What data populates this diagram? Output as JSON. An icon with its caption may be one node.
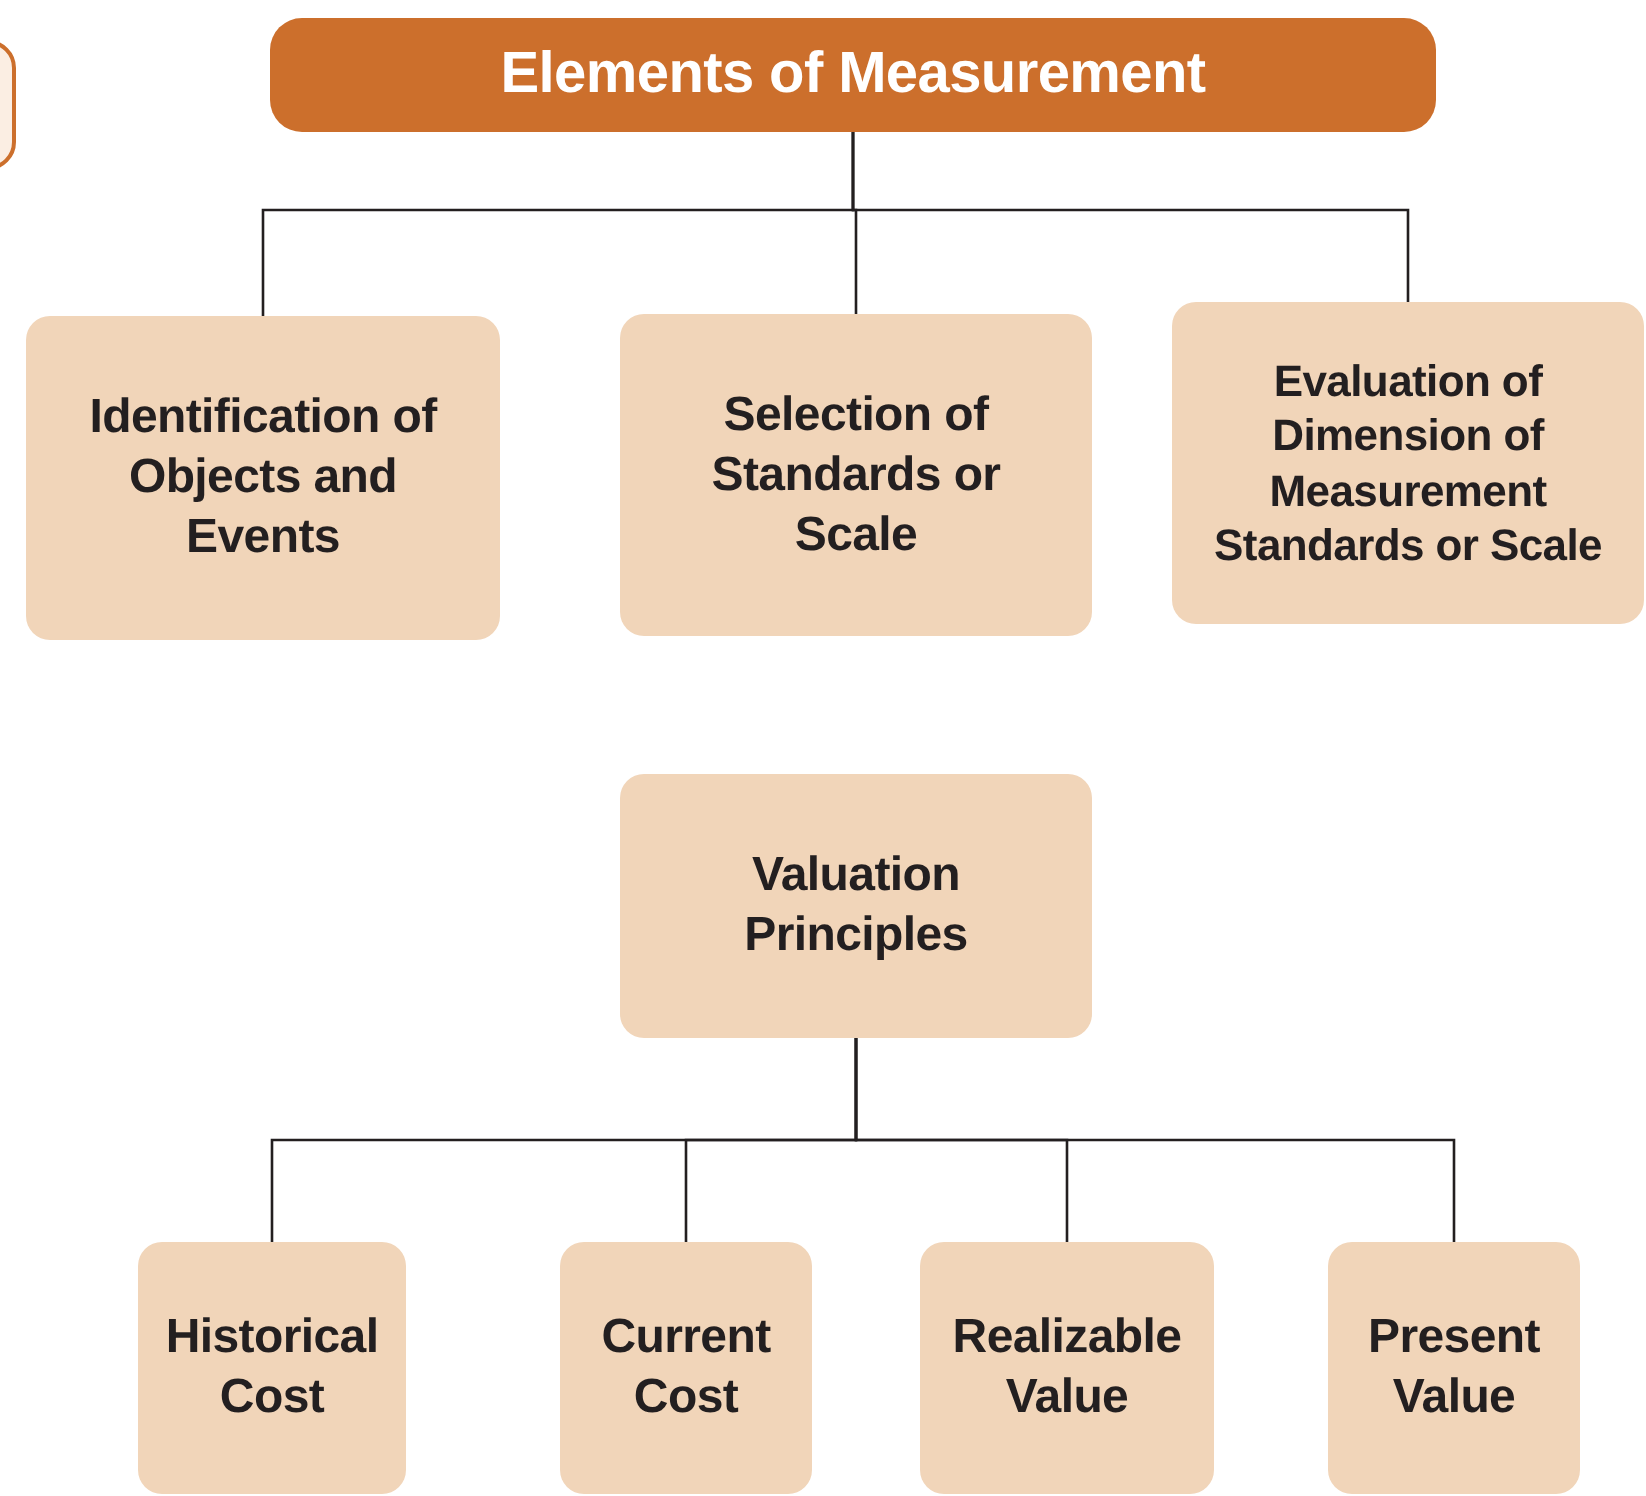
{
  "diagram": {
    "nodes": [
      {
        "text": [],
        "shape": "box"
      },
      {
        "text": [
          "Elements of Measurement"
        ]
      },
      {
        "text": [
          "Identification of Objects and Events"
        ]
      },
      {
        "text": [
          "Selection of Standards or Scale"
        ]
      },
      {
        "text": [
          "Evaluation of Dimension of Measurement Standards or Scale"
        ]
      },
      {
        "text": [
          "Valuation Principles"
        ]
      },
      {
        "text": [
          "Historical Cost"
        ]
      },
      {
        "text": [
          "Current Cost"
        ]
      },
      {
        "text": [
          "Realizable Value"
        ]
      },
      {
        "text": [
          "Present Value"
        ]
      }
    ],
    "edges": [
      {
        "from": 1,
        "to": 2,
        "arrow": "none"
      },
      {
        "from": 1,
        "to": 3,
        "arrow": "none"
      },
      {
        "from": 1,
        "to": 4,
        "arrow": "none"
      },
      {
        "from": 5,
        "to": 6,
        "arrow": "none"
      },
      {
        "from": 5,
        "to": 7,
        "arrow": "none"
      },
      {
        "from": 5,
        "to": 8,
        "arrow": "none"
      },
      {
        "from": 5,
        "to": 9,
        "arrow": "none"
      }
    ]
  }
}
